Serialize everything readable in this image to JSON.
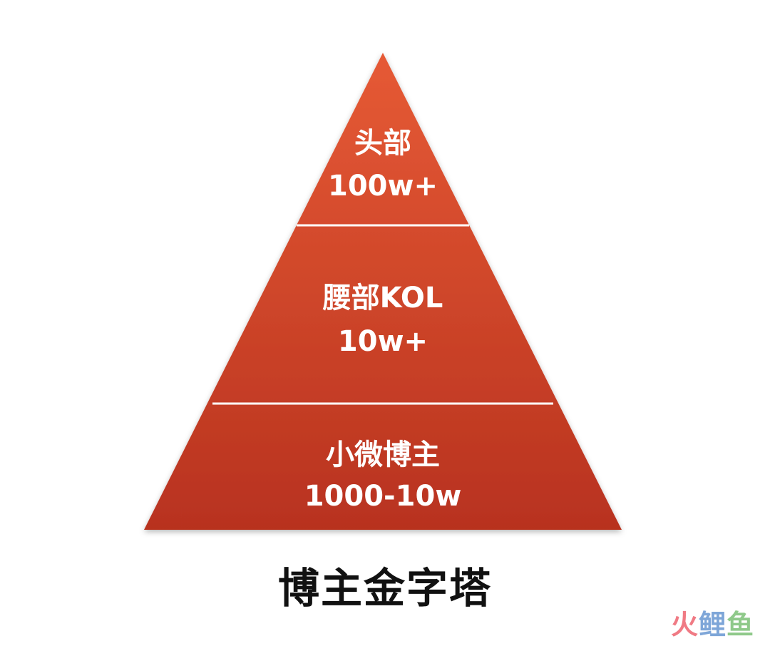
{
  "pyramid": {
    "tiers": [
      {
        "name": "头部",
        "value": "100w+"
      },
      {
        "name": "腰部KOL",
        "value": "10w+"
      },
      {
        "name": "小微博主",
        "value": "1000-10w"
      }
    ],
    "colors": {
      "top": "#e65a35",
      "bottom": "#b8321f",
      "divider": "#ffffff"
    }
  },
  "caption": "博主金字塔",
  "watermark": {
    "part1": "火",
    "part2": "鲤",
    "part3": "鱼"
  }
}
